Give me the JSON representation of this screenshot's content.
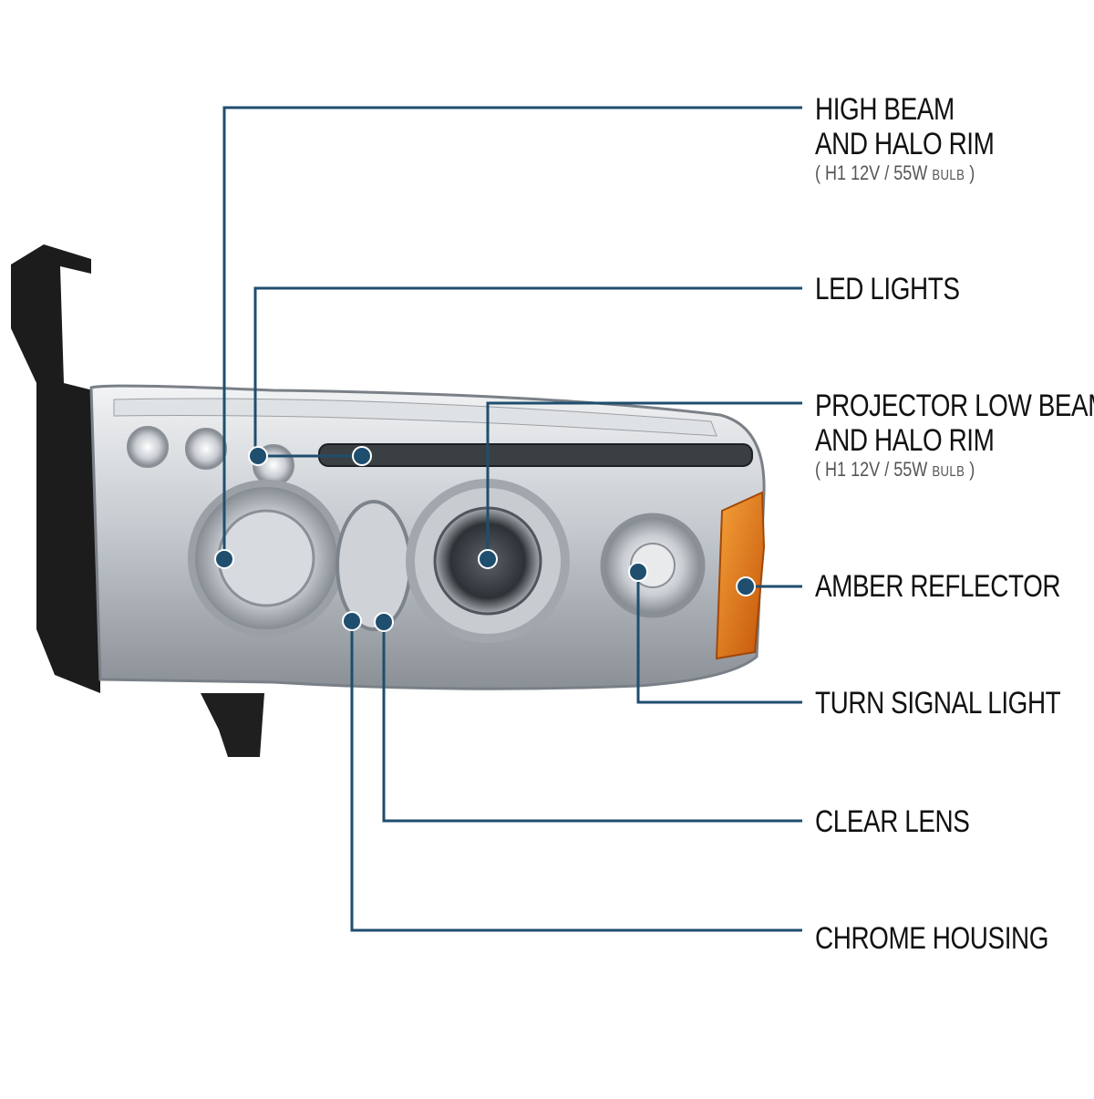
{
  "colors": {
    "leader": "#1f4e6e",
    "dot": "#1f4e6e",
    "chrome_light": "#e6e8ea",
    "chrome_mid": "#b9bec4",
    "chrome_dark": "#6d737a",
    "bracket": "#1c1c1c",
    "amber": "#e07a12",
    "text": "#111111"
  },
  "callouts": [
    {
      "id": "high-beam",
      "title_lines": [
        "HIGH BEAM",
        "AND HALO RIM"
      ],
      "spec": {
        "bulb": "H1  12V / 55W",
        "unit": "BULB"
      }
    },
    {
      "id": "led-lights",
      "title_lines": [
        "LED LIGHTS"
      ]
    },
    {
      "id": "projector-low-beam",
      "title_lines": [
        "PROJECTOR LOW BEAM",
        "AND HALO RIM"
      ],
      "spec": {
        "bulb": "H1  12V / 55W",
        "unit": "BULB"
      }
    },
    {
      "id": "amber-reflector",
      "title_lines": [
        "AMBER REFLECTOR"
      ]
    },
    {
      "id": "turn-signal-light",
      "title_lines": [
        "TURN SIGNAL LIGHT"
      ]
    },
    {
      "id": "clear-lens",
      "title_lines": [
        "CLEAR LENS"
      ]
    },
    {
      "id": "chrome-housing",
      "title_lines": [
        "CHROME HOUSING"
      ]
    }
  ]
}
